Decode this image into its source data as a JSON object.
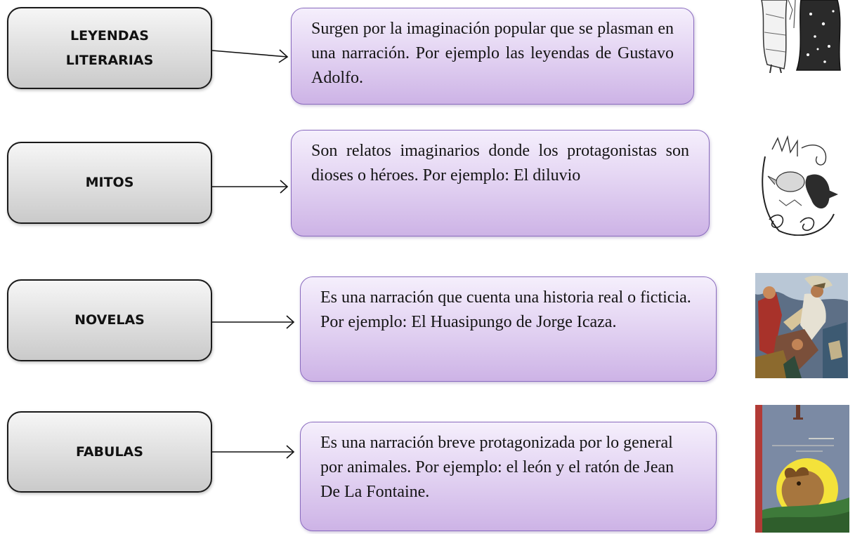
{
  "items": [
    {
      "term": "LEYENDAS\nLITERARIAS",
      "description": "Surgen por la imaginación popular que se plasman en una narración. Por ejemplo las leyendas de Gustavo Adolfo."
    },
    {
      "term": "MITOS",
      "description": "Son relatos imaginarios donde los protagonistas son dioses o héroes. Por ejemplo: El diluvio"
    },
    {
      "term": "NOVELAS",
      "description": "Es una narración que cuenta una historia real o ficticia. Por ejemplo: El Huasipungo de Jorge Icaza."
    },
    {
      "term": "FABULAS",
      "description": "Es una narración breve protagonizada por lo general por animales. Por ejemplo: el león y el ratón de Jean De La Fontaine."
    }
  ],
  "colors": {
    "term_border": "#1a1a1a",
    "desc_border": "#8a6bbf",
    "desc_fill": "#e6d8f4"
  },
  "icons": [
    "legend-illustration-icon",
    "myth-illustration-icon",
    "novel-painting-icon",
    "fable-book-cover-icon"
  ]
}
